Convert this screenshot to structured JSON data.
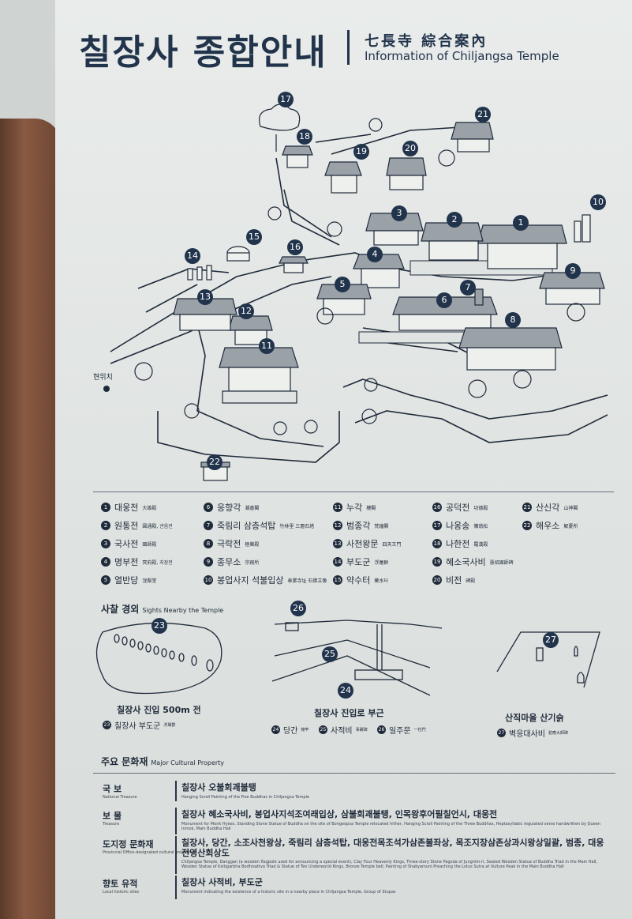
{
  "title": {
    "korean": "칠장사 종합안내",
    "hanja": "七長寺 綜合案內",
    "english": "Information of Chiljangsa Temple"
  },
  "map": {
    "current_location": "현위치",
    "markers": [
      "1",
      "2",
      "3",
      "4",
      "5",
      "6",
      "7",
      "8",
      "9",
      "10",
      "11",
      "12",
      "13",
      "14",
      "15",
      "16",
      "17",
      "18",
      "19",
      "20",
      "21",
      "22"
    ]
  },
  "legend": [
    {
      "num": "1",
      "name": "대웅전",
      "sub": "大雄殿"
    },
    {
      "num": "2",
      "name": "원통전",
      "sub": "圓通殿, 관음전"
    },
    {
      "num": "3",
      "name": "국사전",
      "sub": "國師殿"
    },
    {
      "num": "4",
      "name": "명부전",
      "sub": "冥府殿, 지장전"
    },
    {
      "num": "5",
      "name": "열반당",
      "sub": "涅槃堂"
    },
    {
      "num": "6",
      "name": "응향각",
      "sub": "凝香閣"
    },
    {
      "num": "7",
      "name": "죽림리 삼층석탑",
      "sub": "竹林里 三層石塔"
    },
    {
      "num": "8",
      "name": "극락전",
      "sub": "極樂殿"
    },
    {
      "num": "9",
      "name": "종무소",
      "sub": "宗務所"
    },
    {
      "num": "10",
      "name": "봉업사지 석불입상",
      "sub": "奉業寺址 石佛立像"
    },
    {
      "num": "11",
      "name": "누각",
      "sub": "樓閣"
    },
    {
      "num": "12",
      "name": "범종각",
      "sub": "梵鐘閣"
    },
    {
      "num": "13",
      "name": "사천왕문",
      "sub": "四天王門"
    },
    {
      "num": "14",
      "name": "부도군",
      "sub": "浮屠群"
    },
    {
      "num": "15",
      "name": "약수터",
      "sub": "藥水터"
    },
    {
      "num": "16",
      "name": "공덕전",
      "sub": "功德殿"
    },
    {
      "num": "17",
      "name": "나옹송",
      "sub": "懶翁松"
    },
    {
      "num": "18",
      "name": "나한전",
      "sub": "羅漢殿"
    },
    {
      "num": "19",
      "name": "혜소국사비",
      "sub": "慧炤國師碑"
    },
    {
      "num": "20",
      "name": "비전",
      "sub": "碑殿"
    },
    {
      "num": "21",
      "name": "산신각",
      "sub": "山神閣"
    },
    {
      "num": "22",
      "name": "해우소",
      "sub": "解憂所"
    }
  ],
  "sights": {
    "title": "사찰 경외",
    "title_en": "Sights Nearby the Temple",
    "panels": [
      {
        "num": "23",
        "caption": "칠장사 진입 500m 전",
        "items": [
          {
            "num": "23",
            "name": "칠장사 부도군",
            "sub": "浮屠群"
          }
        ]
      },
      {
        "num": "24",
        "caption": "칠장사 진입로 부근",
        "items": [
          {
            "num": "24",
            "name": "당간",
            "sub": "幢竿"
          },
          {
            "num": "25",
            "name": "사적비",
            "sub": "事蹟碑"
          },
          {
            "num": "26",
            "name": "일주문",
            "sub": "一柱門"
          }
        ]
      },
      {
        "num": "27",
        "caption": "산직마을 산기슭",
        "items": [
          {
            "num": "27",
            "name": "벽응대사비",
            "sub": "碧應大師碑"
          }
        ]
      }
    ],
    "extra_markers": [
      "25",
      "26"
    ]
  },
  "heritage": {
    "title": "주요 문화재",
    "title_en": "Major Cultural Property",
    "rows": [
      {
        "label": "국 보",
        "label_en": "National Treasure",
        "text": "칠장사 오불회괘불탱",
        "text_en": "Hanging Scroll Painting of the Five Buddhas in Chiljangsa Temple"
      },
      {
        "label": "보 물",
        "label_en": "Treasure",
        "text": "칠장사 혜소국사비, 봉업사지석조여래입상, 삼불회괘불탱, 인목왕후어필칠언시, 대웅전",
        "text_en": "Monument for Monk Hyeso, Standing Stone Statue of Buddha on the site of Bongeopsa Temple relocated hither, Hanging Scroll Painting of the Three Buddhas, Heptasyllabic regulated verse handwritten by Queen Inmok, Main Buddha Hall"
      },
      {
        "label": "도지정 문화재",
        "label_en": "Provincial Office-designated cultural properties",
        "text": "칠장사, 당간, 소조사천왕상, 죽림리 삼층석탑, 대웅전목조석가삼존불좌상, 목조지장삼존상과시왕상일괄, 범종, 대웅전영산회상도",
        "text_en": "Chiljangsa Temple, Danggan (a wooden flagpole used for announcing a special event), Clay Four Heavenly Kings, Three-story Stone Pagoda of Jungnim-ri, Seated Wooden Statue of Buddha Triad in the Main Hall, Wooden Statue of Ksitigarbha Bodhisattva Triad & Statue of Ten Underworld Kings, Bronze Temple bell, Painting of Shakyamuni Preaching the Lotus Sutra at Vulture Peak in the Main Buddha Hall"
      },
      {
        "label": "향토 유적",
        "label_en": "Local historic sites",
        "text": "칠장사 사적비, 부도군",
        "text_en": "Monument indicating the existence of a historic site in a nearby place in Chiljangsa Temple, Group of Stupas"
      }
    ]
  },
  "colors": {
    "navy": "#22344c",
    "panel": "#e4e7e5",
    "wood": "#6a4432"
  }
}
